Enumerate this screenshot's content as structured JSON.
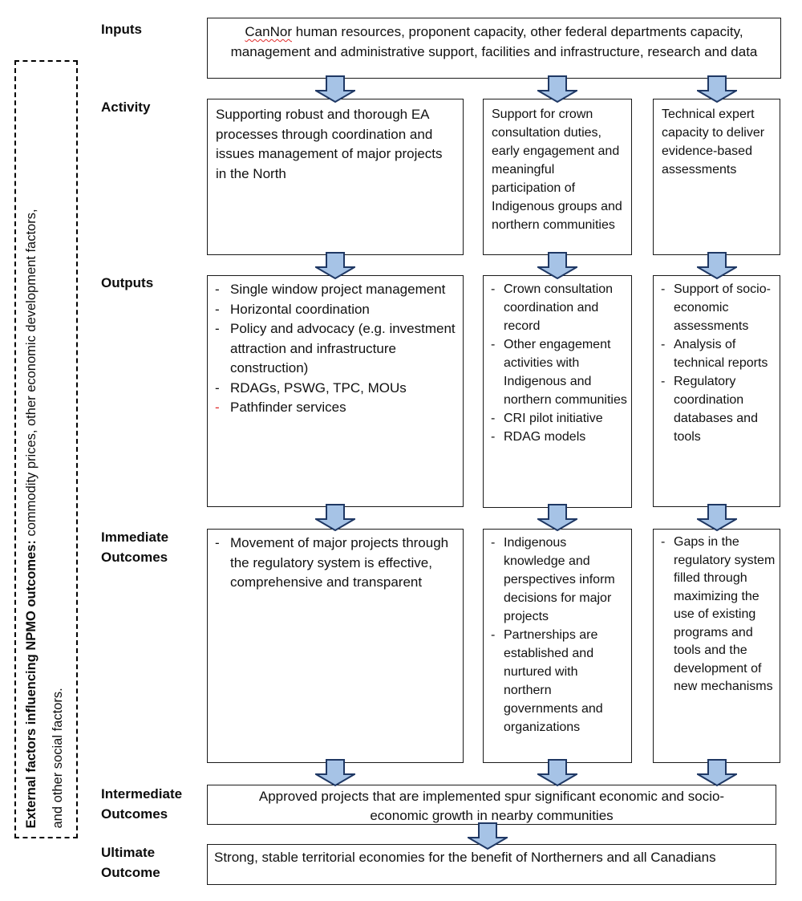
{
  "colors": {
    "arrow_fill": "#a6c3e6",
    "arrow_stroke": "#1f3864",
    "red": "#e02b2b",
    "border": "#1a1a1a"
  },
  "row_labels": {
    "inputs": "Inputs",
    "activity": "Activity",
    "outputs": "Outputs",
    "immediate": "Immediate\nOutcomes",
    "intermediate": "Intermediate\nOutcomes",
    "ultimate": "Ultimate\nOutcome"
  },
  "external_factors": {
    "line1_bold": "External factors influencing NPMO outcomes:",
    "line1_rest": " commodity prices, other economic development factors,",
    "line2": "and other social factors."
  },
  "boxes": {
    "inputs": {
      "highlighted_word": "CanNor",
      "rest": " human resources, proponent capacity, other federal departments capacity, management and administrative support, facilities and infrastructure, research and data"
    },
    "activity": {
      "col1": {
        "text": "Supporting robust and thorough EA processes through coordination and issues management of major projects in the North"
      },
      "col2": {
        "text": "Support for crown consultation duties, early engagement and meaningful participation of Indigenous groups and northern communities"
      },
      "col3": {
        "text": "Technical expert capacity to deliver evidence-based assessments"
      }
    },
    "outputs": {
      "col1": {
        "bullets": [
          {
            "dash": "-",
            "text": "Single window project management",
            "red_dash": false
          },
          {
            "dash": "-",
            "text": "Horizontal coordination",
            "red_dash": false
          },
          {
            "dash": "-",
            "text": "Policy and advocacy (e.g. investment attraction and infrastructure construction)",
            "red_dash": false
          },
          {
            "dash": "-",
            "text": "RDAGs, PSWG, TPC, MOUs",
            "red_dash": false
          },
          {
            "dash": "-",
            "text": "Pathfinder services",
            "red_dash": true
          }
        ]
      },
      "col2": {
        "bullets": [
          {
            "dash": "-",
            "text": "Crown consultation coordination and record",
            "red_dash": false
          },
          {
            "dash": "-",
            "text": "Other engagement activities with Indigenous and northern communities",
            "red_dash": false
          },
          {
            "dash": "-",
            "text": "CRI pilot initiative",
            "red_dash": false
          },
          {
            "dash": "-",
            "text": "RDAG models",
            "red_dash": false
          }
        ]
      },
      "col3": {
        "bullets": [
          {
            "dash": "-",
            "text": "Support of socio-economic assessments",
            "red_dash": false
          },
          {
            "dash": "-",
            "text": "Analysis of technical reports",
            "red_dash": false
          },
          {
            "dash": "-",
            "text": "Regulatory coordination databases and tools",
            "red_dash": false
          }
        ]
      }
    },
    "immediate": {
      "col1": {
        "bullets": [
          {
            "dash": "-",
            "text": "Movement of major projects through the regulatory system is effective, comprehensive and transparent",
            "red_dash": false
          }
        ]
      },
      "col2": {
        "bullets": [
          {
            "dash": "-",
            "text": "Indigenous knowledge and perspectives inform decisions for major projects",
            "red_dash": false
          },
          {
            "dash": "-",
            "text": "Partnerships are established and nurtured with northern governments and organizations",
            "red_dash": false
          }
        ]
      },
      "col3": {
        "bullets": [
          {
            "dash": "-",
            "text": "Gaps in the regulatory system filled through maximizing the use of existing programs and tools and the development of new mechanisms",
            "red_dash": false
          }
        ]
      }
    },
    "intermediate": {
      "text": "Approved projects that are implemented spur significant economic and socio-economic growth in nearby communities"
    },
    "ultimate": {
      "text": "Strong, stable territorial economies for the benefit of Northerners and all Canadians"
    }
  }
}
